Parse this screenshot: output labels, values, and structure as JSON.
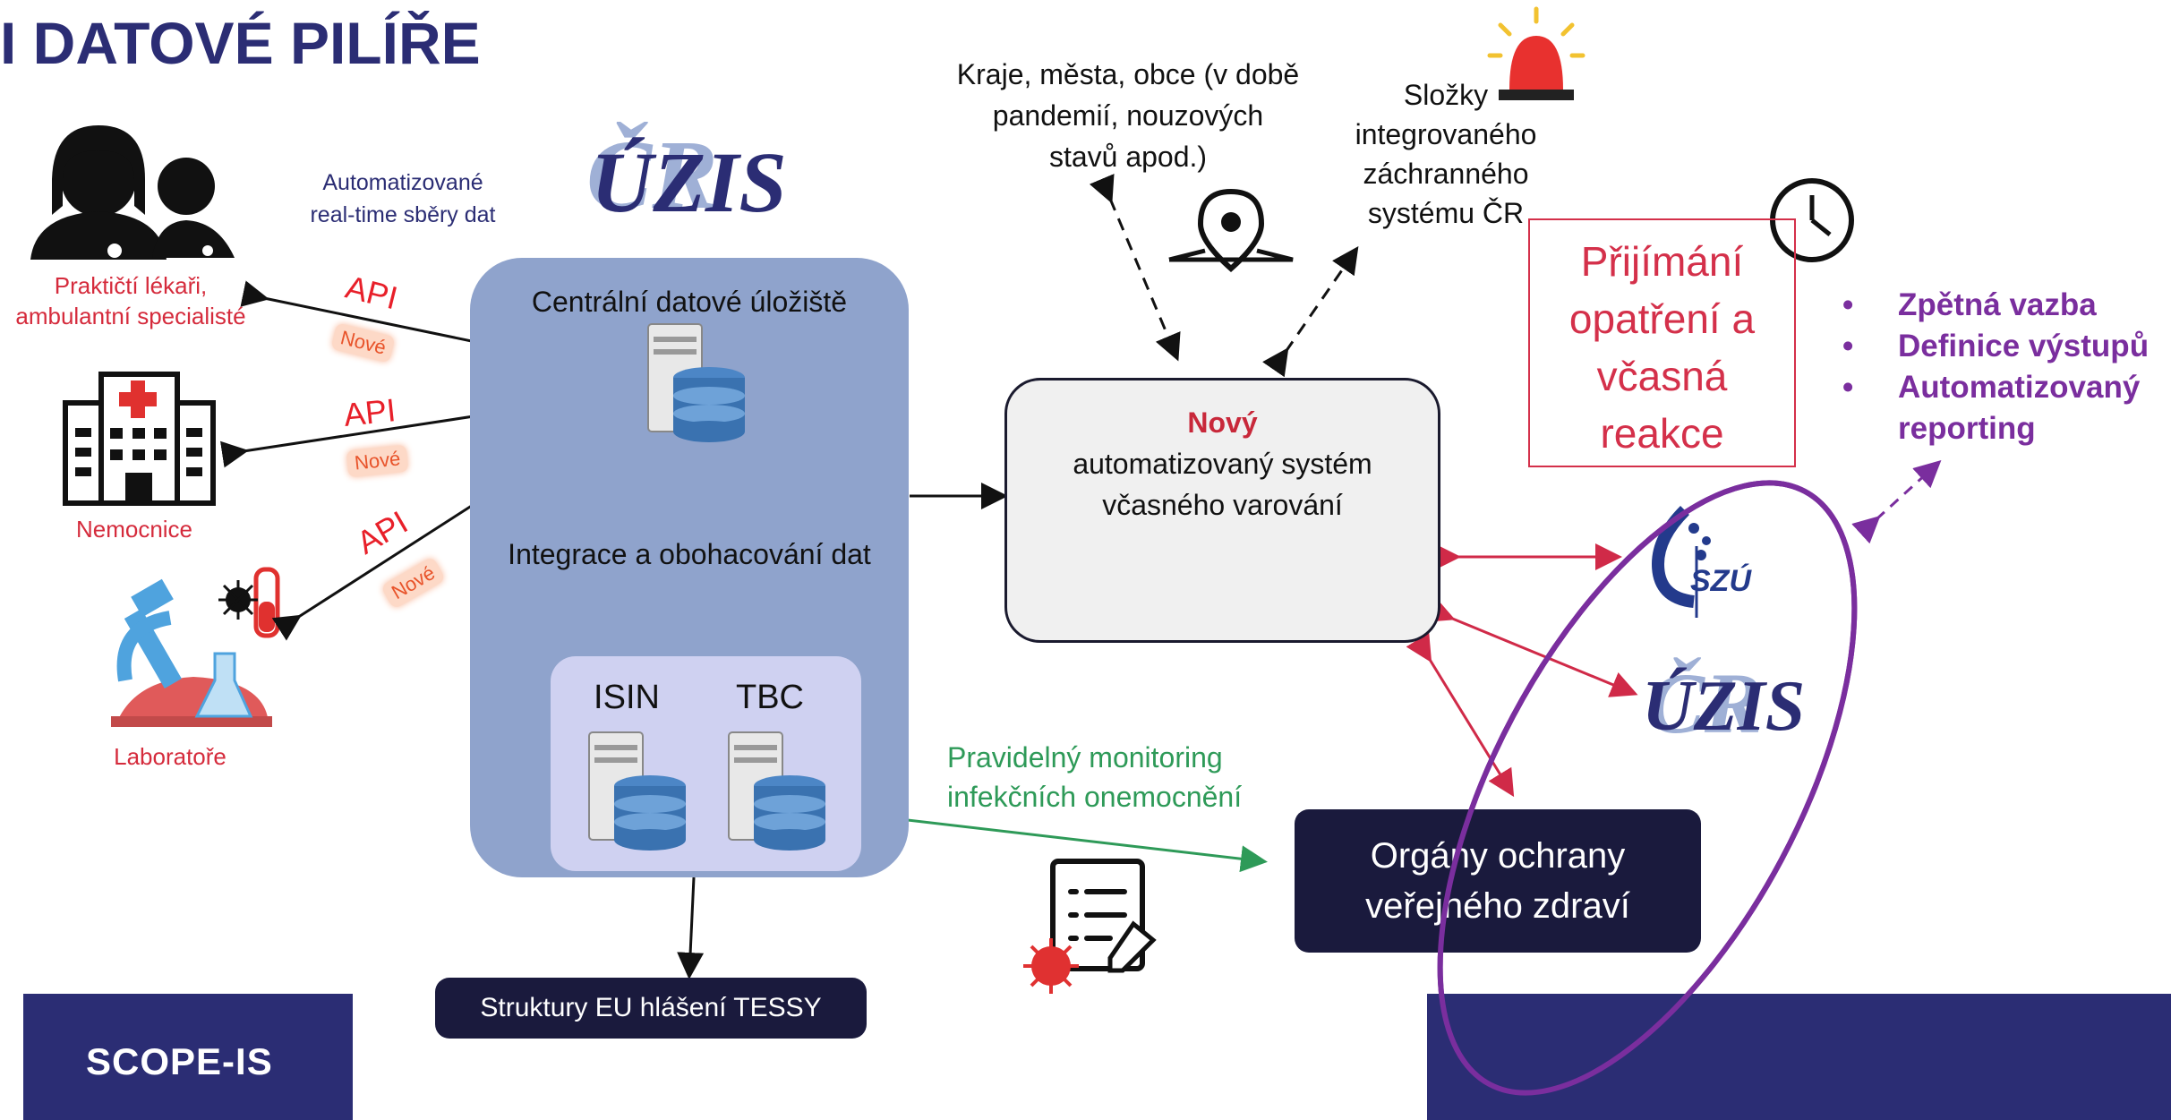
{
  "title": "I DATOVÉ PILÍŘE",
  "sources": {
    "doctors_label": "Praktičtí lékaři,\nambulantní specialisté",
    "hospital_label": "Nemocnice",
    "lab_label": "Laboratoře",
    "realtime_note": "Automatizované\nreal-time sběry dat",
    "api_label": "API",
    "new_label": "Nové"
  },
  "central": {
    "logo_text": "ÚZIS",
    "logo_shadow": "ČR",
    "storage_label": "Centrální datové úložiště",
    "integration_label": "Integrace a obohacování dat",
    "db1_label": "ISIN",
    "db2_label": "TBC"
  },
  "tessy_label": "Struktury EU hlášení TESSY",
  "regions_label": "Kraje, města, obce (v době\npandemií, nouzových\nstavů apod.)",
  "rescue_label": "Složky\nintegrovaného\nzáchranného\nsystému ČR",
  "system": {
    "new_word": "Nový",
    "desc": "automatizovaný systém\nvčasného varování"
  },
  "action_box": "Přijímání\nopatření a\nvčasná\nreakce",
  "bullets": [
    "Zpětná vazba",
    "Definice výstupů",
    "Automatizovaný\nreporting"
  ],
  "monitoring_label": "Pravidelný monitoring\ninfekčních onemocnění",
  "public_health_box": "Orgány ochrany\nveřejného zdraví",
  "szu_logo": "SZÚ",
  "uzis_logo2": "ÚZIS",
  "uzis_logo2_shadow": "ČR",
  "footer_brand": "SCOPE-IS",
  "colors": {
    "navy": "#2b2d74",
    "red": "#d52b3c",
    "purple": "#7a2e9e",
    "green": "#2e9a58",
    "central_blue": "#8fa3cc",
    "dark_box": "#1a1a3d"
  }
}
